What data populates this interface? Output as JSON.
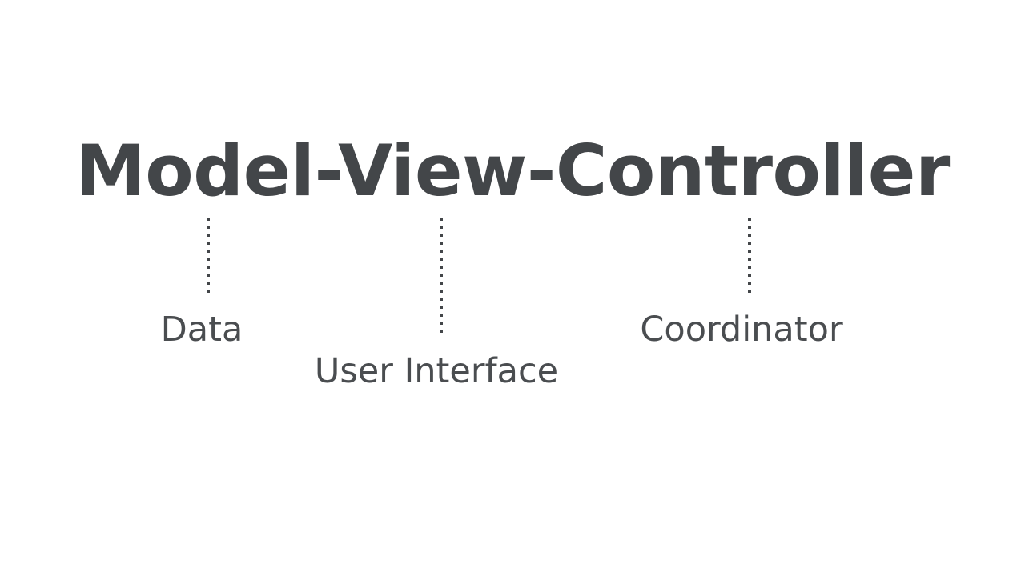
{
  "slide": {
    "background_color": "#ffffff",
    "title": {
      "text": "Model-View-Controller",
      "color": "#434649"
    },
    "components": [
      {
        "name": "model",
        "title_word": "Model",
        "label": "Data",
        "color": "#4a4d50",
        "connector_color": "#434649"
      },
      {
        "name": "view",
        "title_word": "View",
        "label": "User Interface",
        "color": "#4a4d50",
        "connector_color": "#434649"
      },
      {
        "name": "controller",
        "title_word": "Controller",
        "label": "Coordinator",
        "color": "#4a4d50",
        "connector_color": "#434649"
      }
    ]
  }
}
